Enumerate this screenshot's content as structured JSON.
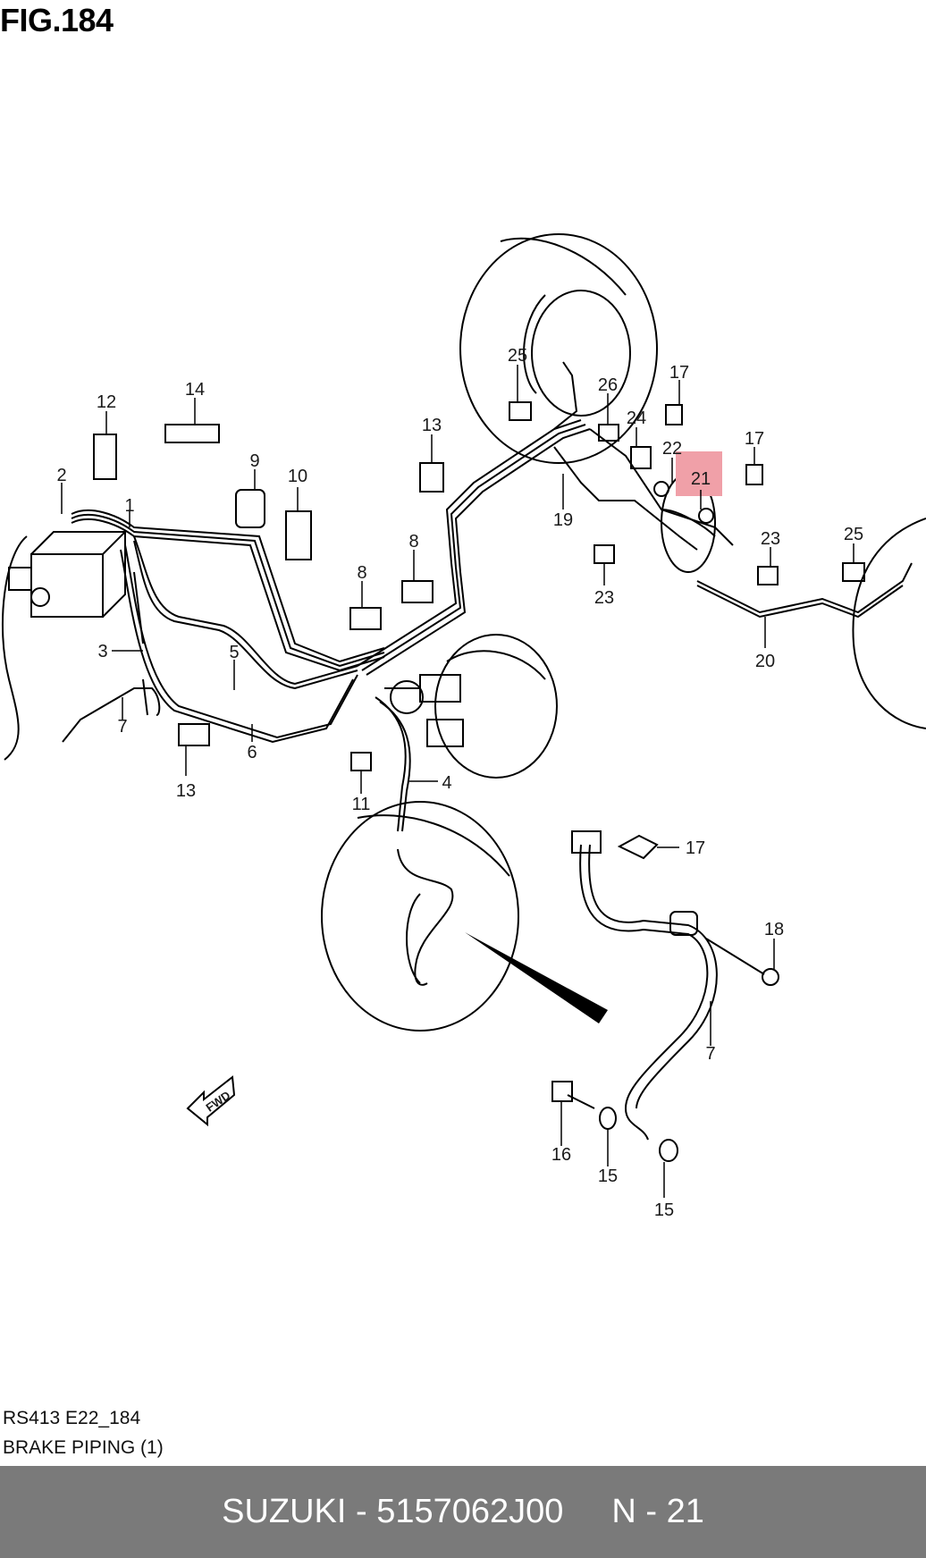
{
  "figure": {
    "title": "FIG.184",
    "code": "RS413 E22_184",
    "name": "BRAKE PIPING (1)"
  },
  "diagram": {
    "fwd_label": "FWD",
    "highlight_color": "#f0a0a8",
    "highlighted_callout": "21",
    "callouts": [
      {
        "id": "c12",
        "label": "12"
      },
      {
        "id": "c14",
        "label": "14"
      },
      {
        "id": "c2",
        "label": "2"
      },
      {
        "id": "c1",
        "label": "1"
      },
      {
        "id": "c9",
        "label": "9"
      },
      {
        "id": "c10",
        "label": "10"
      },
      {
        "id": "c13a",
        "label": "13"
      },
      {
        "id": "c8a",
        "label": "8"
      },
      {
        "id": "c8b",
        "label": "8"
      },
      {
        "id": "c3",
        "label": "3"
      },
      {
        "id": "c5",
        "label": "5"
      },
      {
        "id": "c7a",
        "label": "7"
      },
      {
        "id": "c6",
        "label": "6"
      },
      {
        "id": "c13b",
        "label": "13"
      },
      {
        "id": "c11",
        "label": "11"
      },
      {
        "id": "c4",
        "label": "4"
      },
      {
        "id": "c25a",
        "label": "25"
      },
      {
        "id": "c26",
        "label": "26"
      },
      {
        "id": "c17a",
        "label": "17"
      },
      {
        "id": "c24",
        "label": "24"
      },
      {
        "id": "c22",
        "label": "22"
      },
      {
        "id": "c21",
        "label": "21"
      },
      {
        "id": "c17b",
        "label": "17"
      },
      {
        "id": "c19",
        "label": "19"
      },
      {
        "id": "c23a",
        "label": "23"
      },
      {
        "id": "c23b",
        "label": "23"
      },
      {
        "id": "c25b",
        "label": "25"
      },
      {
        "id": "c20",
        "label": "20"
      },
      {
        "id": "c17c",
        "label": "17"
      },
      {
        "id": "c18",
        "label": "18"
      },
      {
        "id": "c7b",
        "label": "7"
      },
      {
        "id": "c16",
        "label": "16"
      },
      {
        "id": "c15a",
        "label": "15"
      },
      {
        "id": "c15b",
        "label": "15"
      }
    ]
  },
  "footer": {
    "brand_part": "SUZUKI - 5157062J00",
    "position": "N - 21"
  }
}
